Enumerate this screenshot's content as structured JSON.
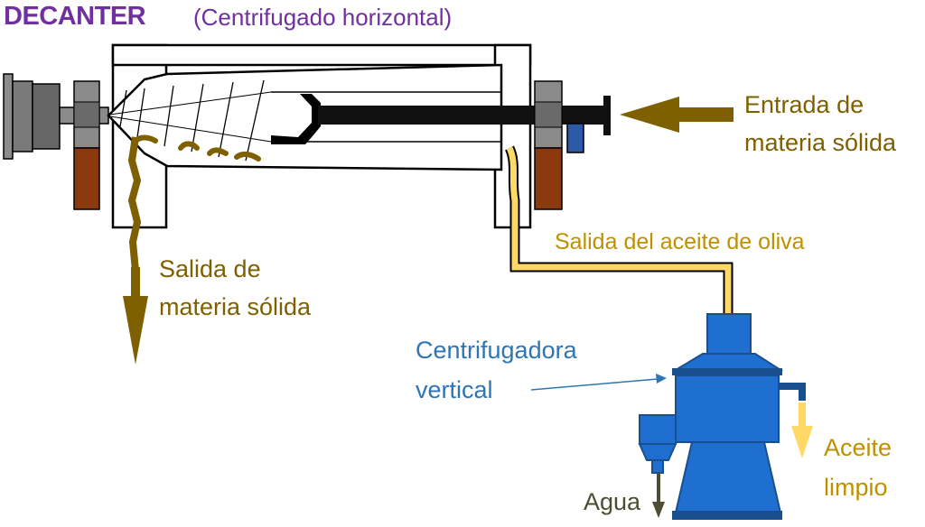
{
  "title": {
    "main": "DECANTER",
    "sub": "(Centrifugado horizontal)"
  },
  "labels": {
    "solid_inlet": [
      "Entrada de",
      "materia sólida"
    ],
    "solid_outlet": [
      "Salida de",
      "materia sólida"
    ],
    "oil_outlet": "Salida del aceite de oliva",
    "vertical_centrifuge": [
      "Centrifugadora",
      "vertical"
    ],
    "clean_oil": [
      "Aceite",
      "limpio"
    ],
    "water": "Agua"
  },
  "colors": {
    "title": "#7030a0",
    "solid": "#7f6000",
    "oil": "#ffd966",
    "oil_label": "#bf9000",
    "centrifuge": "#1f6fd1",
    "centrifuge_dark": "#1a4f8f",
    "centrifuge_label": "#2e75b6",
    "water_label": "#4d4d33",
    "brown_block": "#8b3a0f"
  }
}
